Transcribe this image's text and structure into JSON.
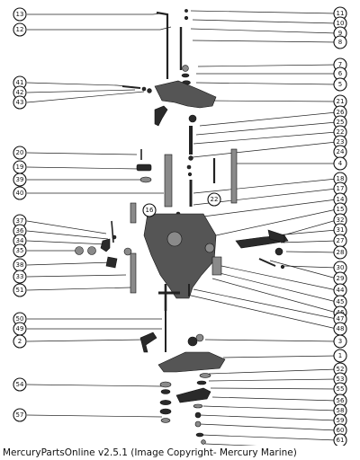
{
  "caption": "MercuryPartsOnline v2.5.1 (Image Copyright- Mercury Marine)",
  "callouts": {
    "c13": "13",
    "c12": "12",
    "c11": "11",
    "c10": "10",
    "c9": "9",
    "c8": "8",
    "c7": "7",
    "c6": "6",
    "c5": "5",
    "c41": "41",
    "c42": "42",
    "c43": "43",
    "c21": "21",
    "c26": "26",
    "c25": "25",
    "c22": "22",
    "c23": "23",
    "c24": "24",
    "c20": "20",
    "c19": "19",
    "c39": "39",
    "c40": "40",
    "c4": "4",
    "c18": "18",
    "c17": "17",
    "c14": "14",
    "c15": "15",
    "c16": "16",
    "c22b": "22",
    "c37": "37",
    "c36": "36",
    "c34": "34",
    "c35": "35",
    "c38": "38",
    "c33": "33",
    "c32": "32",
    "c31": "31",
    "c27": "27",
    "c28": "28",
    "c30": "30",
    "c29": "29",
    "c44": "44",
    "c45": "45",
    "c46": "46",
    "c47": "47",
    "c48": "48",
    "c50": "50",
    "c49": "49",
    "c2": "2",
    "c3": "3",
    "c1": "1",
    "c52": "52",
    "c53": "53",
    "c54": "54",
    "c55": "55",
    "c56": "56",
    "c57": "57",
    "c58": "58",
    "c59": "59",
    "c60": "60",
    "c61": "61"
  }
}
